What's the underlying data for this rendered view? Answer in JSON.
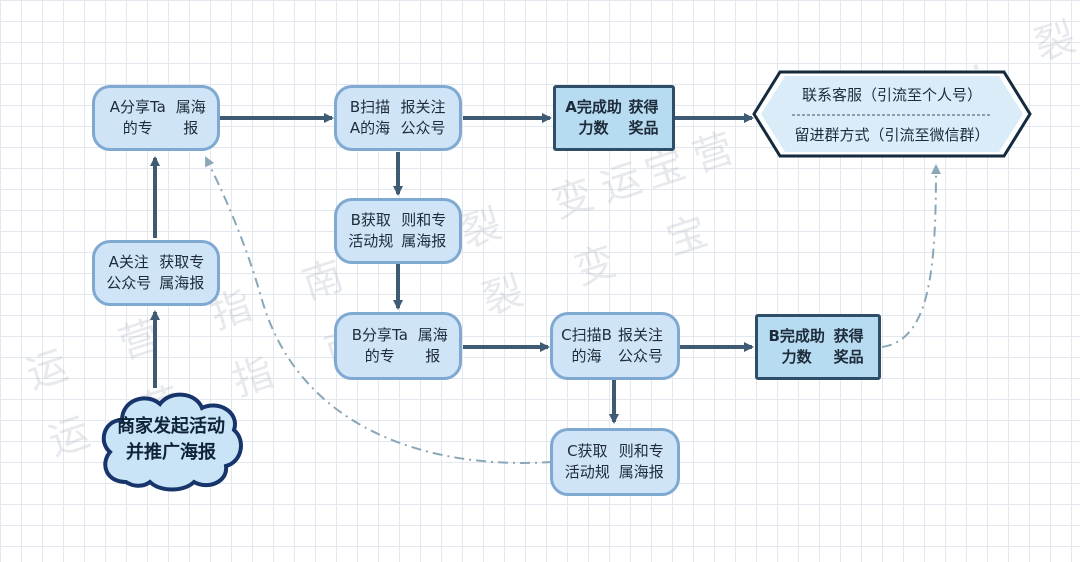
{
  "colors": {
    "node_fill": "#cfe4f6",
    "node_border": "#7fa9d1",
    "emphasis_fill": "#b7dbf0",
    "emphasis_border": "#2e4e68",
    "arrow": "#3f5b73",
    "dash_arrow": "#8aa7b8",
    "cloud_fill": "#c9e4f7",
    "cloud_border": "#17356b"
  },
  "watermark": [
    "运 营 指 南 · 裂 变 宝",
    "运 营 指 南 · 裂 变 宝",
    "运 营 指 南 · 裂 变 宝"
  ],
  "nodes": {
    "a_share": [
      "A分享Ta的专",
      "属海报"
    ],
    "b_scan": [
      "B扫描A的海",
      "报关注公众号"
    ],
    "a_done": [
      "A完成助力数",
      "获得奖品"
    ],
    "a_follow": [
      "A关注公众号",
      "获取专属海报"
    ],
    "b_get": [
      "B获取活动规",
      "则和专属海报"
    ],
    "b_share": [
      "B分享Ta的专",
      "属海报"
    ],
    "c_scan": [
      "C扫描B的海",
      "报关注公众号"
    ],
    "b_done": [
      "B完成助力数",
      "获得奖品"
    ],
    "c_get": [
      "C获取活动规",
      "则和专属海报"
    ],
    "merchant": [
      "商家发起活动",
      "并推广海报"
    ]
  },
  "end": {
    "line1": "联系客服（引流至个人号）",
    "line2": "留进群方式（引流至微信群）"
  }
}
